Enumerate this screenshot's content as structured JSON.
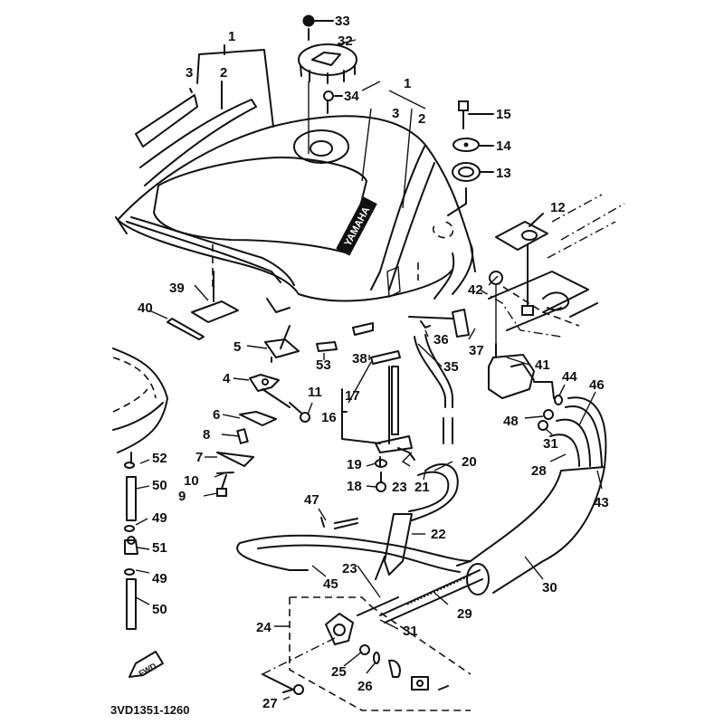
{
  "diagram": {
    "title": "Fuel Tank Parts Diagram",
    "drawing_code": "3VD1351-1260",
    "fwd_label": "FWD",
    "brand_decal": "YAMAHA",
    "colors": {
      "ink": "#111111",
      "background": "#ffffff"
    },
    "callouts": [
      {
        "id": "c33",
        "label": "33"
      },
      {
        "id": "c32",
        "label": "32"
      },
      {
        "id": "c1a",
        "label": "1"
      },
      {
        "id": "c3a",
        "label": "3"
      },
      {
        "id": "c2a",
        "label": "2"
      },
      {
        "id": "c34",
        "label": "34"
      },
      {
        "id": "c1b",
        "label": "1"
      },
      {
        "id": "c3b",
        "label": "3"
      },
      {
        "id": "c2b",
        "label": "2"
      },
      {
        "id": "c15",
        "label": "15"
      },
      {
        "id": "c14",
        "label": "14"
      },
      {
        "id": "c13",
        "label": "13"
      },
      {
        "id": "c12",
        "label": "12"
      },
      {
        "id": "c39",
        "label": "39"
      },
      {
        "id": "c40",
        "label": "40"
      },
      {
        "id": "c42",
        "label": "42"
      },
      {
        "id": "c5",
        "label": "5"
      },
      {
        "id": "c53",
        "label": "53"
      },
      {
        "id": "c38",
        "label": "38"
      },
      {
        "id": "c36",
        "label": "36"
      },
      {
        "id": "c37",
        "label": "37"
      },
      {
        "id": "c41",
        "label": "41"
      },
      {
        "id": "c4",
        "label": "4"
      },
      {
        "id": "c35",
        "label": "35"
      },
      {
        "id": "c44",
        "label": "44"
      },
      {
        "id": "c46",
        "label": "46"
      },
      {
        "id": "c11",
        "label": "11"
      },
      {
        "id": "c17",
        "label": "17"
      },
      {
        "id": "c16",
        "label": "16"
      },
      {
        "id": "c6",
        "label": "6"
      },
      {
        "id": "c48",
        "label": "48"
      },
      {
        "id": "c8",
        "label": "8"
      },
      {
        "id": "c31a",
        "label": "31"
      },
      {
        "id": "c52",
        "label": "52"
      },
      {
        "id": "c7",
        "label": "7"
      },
      {
        "id": "c28",
        "label": "28"
      },
      {
        "id": "c19",
        "label": "19"
      },
      {
        "id": "c20",
        "label": "20"
      },
      {
        "id": "c10",
        "label": "10"
      },
      {
        "id": "c50a",
        "label": "50"
      },
      {
        "id": "c23a",
        "label": "23"
      },
      {
        "id": "c21",
        "label": "21"
      },
      {
        "id": "c18",
        "label": "18"
      },
      {
        "id": "c9",
        "label": "9"
      },
      {
        "id": "c43",
        "label": "43"
      },
      {
        "id": "c47",
        "label": "47"
      },
      {
        "id": "c49a",
        "label": "49"
      },
      {
        "id": "c22",
        "label": "22"
      },
      {
        "id": "c51",
        "label": "51"
      },
      {
        "id": "c49b",
        "label": "49"
      },
      {
        "id": "c23b",
        "label": "23"
      },
      {
        "id": "c45",
        "label": "45"
      },
      {
        "id": "c30",
        "label": "30"
      },
      {
        "id": "c50b",
        "label": "50"
      },
      {
        "id": "c29",
        "label": "29"
      },
      {
        "id": "c24",
        "label": "24"
      },
      {
        "id": "c31b",
        "label": "31"
      },
      {
        "id": "c25",
        "label": "25"
      },
      {
        "id": "c26",
        "label": "26"
      },
      {
        "id": "c27",
        "label": "27"
      }
    ]
  }
}
